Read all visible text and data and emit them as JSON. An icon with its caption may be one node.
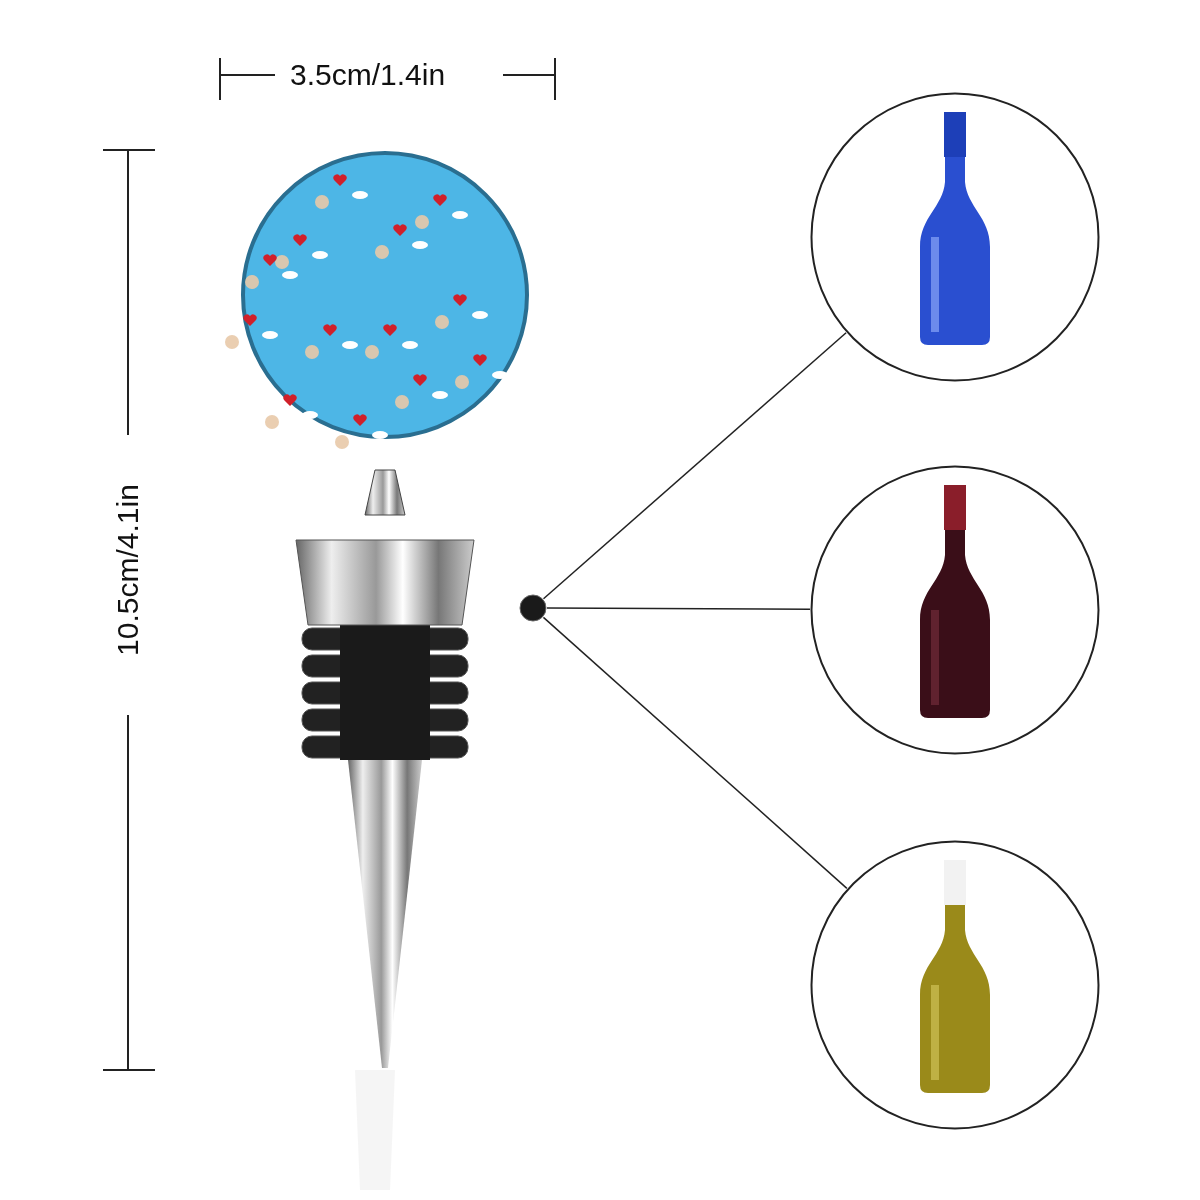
{
  "diagram": {
    "nodes": [
      {
        "text": [],
        "shape": "circle"
      },
      {
        "text": [],
        "shape": "picture"
      },
      {
        "text": [],
        "shape": "picture"
      },
      {
        "text": [],
        "shape": "picture"
      }
    ],
    "edges": [
      {
        "from": 0,
        "to": 1,
        "arrow": "none"
      },
      {
        "from": 0,
        "to": 2,
        "arrow": "none"
      },
      {
        "from": 0,
        "to": 3,
        "arrow": "none"
      }
    ],
    "labels": [
      "3.5cm/1.4in",
      "10.5cm/4.1in"
    ]
  }
}
